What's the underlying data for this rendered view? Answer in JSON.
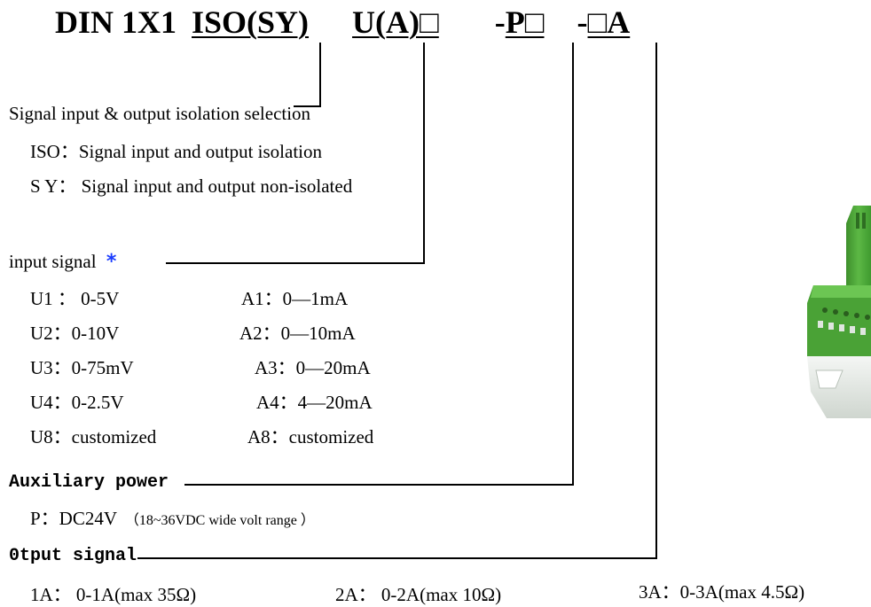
{
  "model_code": {
    "prefix": "DIN 1X1",
    "isolation_part": "ISO(SY)",
    "input_part": "U(A)□",
    "power_dash": "-",
    "power_part": "P□",
    "output_dash": "-",
    "output_part": "□A"
  },
  "isolation_section": {
    "heading": "Signal input & output isolation selection",
    "options": [
      "ISO：Signal input and output isolation",
      "S Y： Signal input and output non-isolated"
    ]
  },
  "input_section": {
    "heading": "input signal",
    "marker": "*",
    "voltage_options": [
      "U1 ： 0-5V",
      "U2：0-10V",
      "U3：0-75mV",
      "U4：0-2.5V",
      "U8：customized"
    ],
    "current_options": [
      "A1：0—1mA",
      "A2：0—10mA",
      "A3：0—20mA",
      "A4：4—20mA",
      "A8：customized"
    ]
  },
  "power_section": {
    "heading": "Auxiliary power",
    "option_main": "P：DC24V",
    "option_note": "（18~36VDC wide volt range ）"
  },
  "output_section": {
    "heading": "0tput signal",
    "options": [
      "1A： 0-1A(max 35Ω)",
      "2A： 0-2A(max 10Ω)",
      "3A：0-3A(max 4.5Ω)"
    ]
  },
  "colors": {
    "text": "#000000",
    "marker": "#1a3cff",
    "product_body": "#4fa83a",
    "product_base": "#e9ece9"
  },
  "icons": {
    "product_image": "din-rail-module-image"
  }
}
